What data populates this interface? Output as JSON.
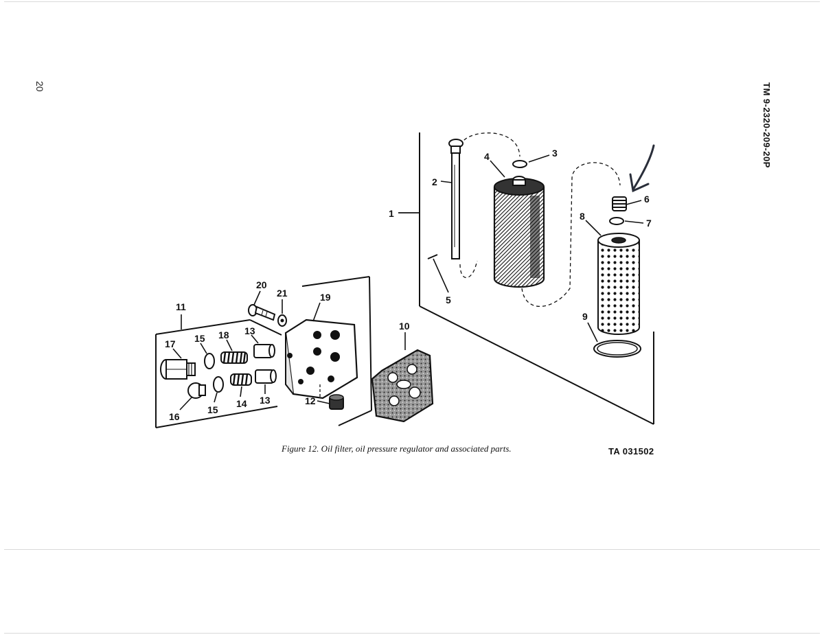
{
  "page": {
    "page_number": "20",
    "publication_number": "TM 9-2320-209-20P"
  },
  "figure": {
    "caption": "Figure 12.  Oil filter, oil pressure regulator and associated parts.",
    "ta_number": "TA 031502",
    "callouts": {
      "c1": "1",
      "c2": "2",
      "c3": "3",
      "c4": "4",
      "c5": "5",
      "c6": "6",
      "c7": "7",
      "c8": "8",
      "c9": "9",
      "c10": "10",
      "c11": "11",
      "c12": "12",
      "c13a": "13",
      "c13b": "13",
      "c14": "14",
      "c15a": "15",
      "c15b": "15",
      "c16": "16",
      "c17": "17",
      "c18": "18",
      "c19": "19",
      "c20": "20",
      "c21": "21"
    }
  }
}
